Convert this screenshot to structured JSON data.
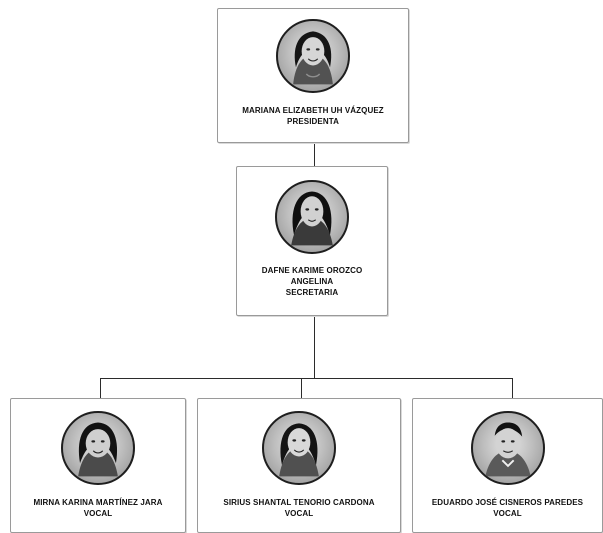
{
  "org_chart": {
    "president": {
      "name": "MARIANA ELIZABETH UH VÁZQUEZ",
      "role": "PRESIDENTA",
      "photo_icon": "woman-portrait-icon"
    },
    "secretary": {
      "name_line_1": "DAFNE KARIME OROZCO",
      "name_line_2": "ANGELINA",
      "role": "SECRETARIA",
      "photo_icon": "woman-portrait-icon"
    },
    "vocals": [
      {
        "name": "MIRNA KARINA MARTÍNEZ JARA",
        "role": "VOCAL",
        "photo_icon": "woman-portrait-icon"
      },
      {
        "name": "SIRIUS SHANTAL TENORIO CARDONA",
        "role": "VOCAL",
        "photo_icon": "woman-portrait-icon"
      },
      {
        "name": "EDUARDO JOSÉ CISNEROS PAREDES",
        "role": "VOCAL",
        "photo_icon": "man-portrait-icon"
      }
    ]
  }
}
